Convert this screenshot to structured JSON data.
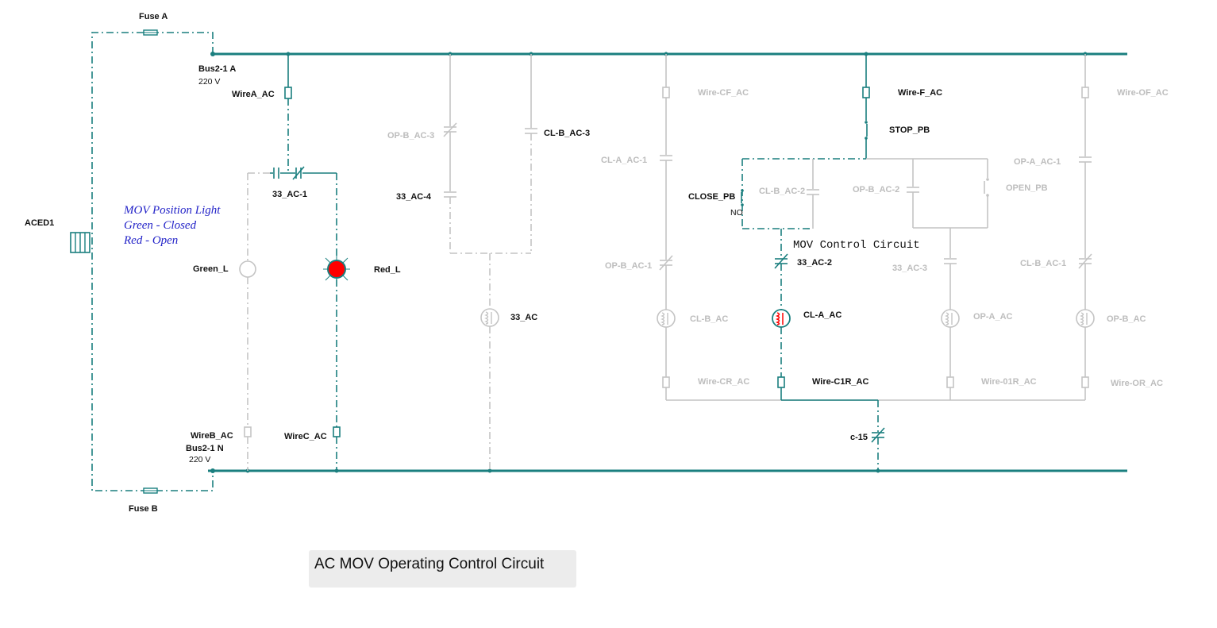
{
  "title": "AC MOV Operating Control Circuit",
  "colors": {
    "active": "#1a7f7f",
    "inactive": "#c4c4c4",
    "lamp_on": "#ff0000",
    "legend_text": "#2323c8"
  },
  "legend": {
    "line1": "MOV Position Light",
    "line2": "Green - Closed",
    "line3": "Red - Open"
  },
  "section_label": "MOV Control Circuit",
  "labels": {
    "fuse_a": "Fuse A",
    "fuse_b": "Fuse B",
    "bus_a": "Bus2-1 A",
    "bus_a_v": "220 V",
    "bus_n": "Bus2-1 N",
    "bus_n_v": "220 V",
    "aced1": "ACED1",
    "wire_a": "WireA_AC",
    "wire_b": "WireB_AC",
    "wire_c": "WireC_AC",
    "c33_ac1": "33_AC-1",
    "green_l": "Green_L",
    "red_l": "Red_L",
    "opb_ac3": "OP-B_AC-3",
    "clb_ac3": "CL-B_AC-3",
    "c33_ac4": "33_AC-4",
    "c33_ac": "33_AC",
    "wire_cf": "Wire-CF_AC",
    "cla_ac1": "CL-A_AC-1",
    "opb_ac1": "OP-B_AC-1",
    "clb_ac": "CL-B_AC",
    "wire_cr": "Wire-CR_AC",
    "wire_f": "Wire-F_AC",
    "stop_pb": "STOP_PB",
    "close_pb": "CLOSE_PB",
    "no": "NO",
    "clb_ac2": "CL-B_AC-2",
    "opb_ac2": "OP-B_AC-2",
    "open_pb": "OPEN_PB",
    "c33_ac2": "33_AC-2",
    "c33_ac3": "33_AC-3",
    "cla_ac": "CL-A_AC",
    "opa_ac": "OP-A_AC",
    "wire_c1r": "Wire-C1R_AC",
    "wire_01r": "Wire-01R_AC",
    "c15": "c-15",
    "wire_of": "Wire-OF_AC",
    "opa_ac1": "OP-A_AC-1",
    "cla_ac1b": "CL-B_AC-1",
    "opb_ac": "OP-B_AC",
    "wire_or": "Wire-OR_AC"
  }
}
